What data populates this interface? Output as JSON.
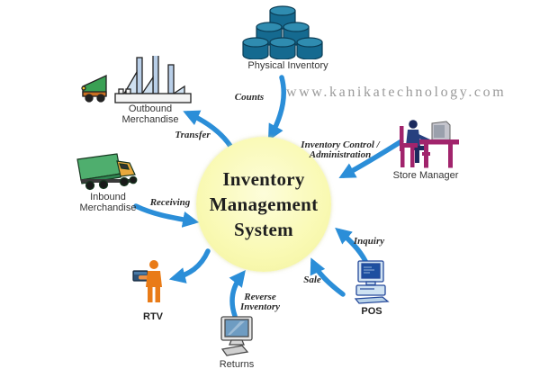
{
  "watermark": "www.kanikatechnology.com",
  "center": {
    "title": "Inventory\nManagement\nSystem"
  },
  "nodes": {
    "physical_inventory": {
      "label": "Physical Inventory"
    },
    "outbound": {
      "label": "Outbound\nMerchandise"
    },
    "inbound": {
      "label": "Inbound\nMerchandise"
    },
    "rtv": {
      "label": "RTV"
    },
    "returns": {
      "label": "Returns"
    },
    "pos": {
      "label": "POS"
    },
    "store_manager": {
      "label": "Store Manager"
    }
  },
  "flows": {
    "counts": {
      "label": "Counts",
      "from": "Physical Inventory",
      "to": "Inventory Management System"
    },
    "transfer": {
      "label": "Transfer",
      "from": "Inventory Management System",
      "to": "Outbound Merchandise"
    },
    "receiving": {
      "label": "Receiving",
      "from": "Inbound Merchandise",
      "to": "Inventory Management System"
    },
    "rtv_flow": {
      "label": "",
      "from": "Inventory Management System",
      "to": "RTV"
    },
    "reverse_inventory": {
      "label": "Reverse\nInventory",
      "from": "Returns",
      "to": "Inventory Management System"
    },
    "sale": {
      "label": "Sale",
      "from": "POS",
      "to": "Inventory Management System"
    },
    "inquiry": {
      "label": "Inquiry",
      "from": "POS",
      "to": "Inventory Management System"
    },
    "inventory_control": {
      "label": "Inventory Control /\nAdministration",
      "from": "Store Manager",
      "to": "Inventory Management System"
    }
  },
  "colors": {
    "arrow": "#2b8ed8",
    "circle_fill": "#F9F9B2",
    "circle_edge": "#F1F19B",
    "text": "#1f1f1f",
    "watermark": "#9a9a9a"
  }
}
